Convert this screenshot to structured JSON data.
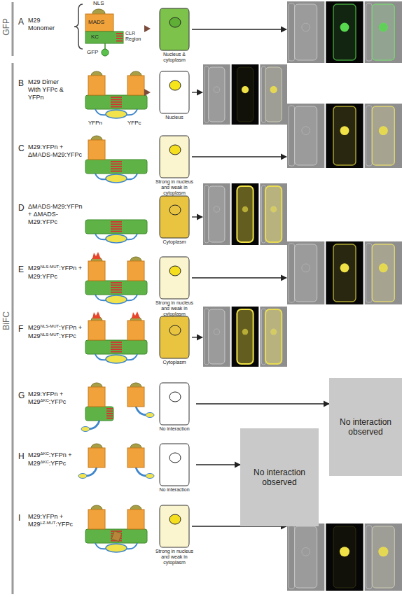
{
  "diagram": {
    "nodes": [
      {
        "text": [
          "Nucleus & cytoplasm"
        ]
      },
      {
        "text": [
          "Nucleus"
        ]
      },
      {
        "text": [
          "Strong in nucleus and weak in cytoplasm"
        ]
      },
      {
        "text": [
          "Cytoplasm"
        ]
      },
      {
        "text": [
          "Strong in nucleus and weak in cytoplasm"
        ]
      },
      {
        "text": [
          "Cytoplasm"
        ]
      },
      {
        "text": [
          "No interaction"
        ]
      },
      {
        "text": [
          "No interaction"
        ]
      },
      {
        "text": [
          "Strong in nucleus and weak in cytoplasm"
        ]
      },
      {
        "text": [
          "No interaction observed"
        ]
      },
      {
        "text": [
          "No interaction observed"
        ]
      }
    ],
    "edges": [
      {
        "from": 6,
        "to": 9,
        "arrow": "to"
      },
      {
        "from": 7,
        "to": 10,
        "arrow": "to"
      }
    ],
    "labels": [
      "GFP",
      "BiFC",
      "A",
      "M29 Monomer",
      "NLS",
      "MADS",
      "KC",
      "CLR Region",
      "GFP",
      "B",
      "M29 Dimer With YFPc & YFPn",
      "YFPn",
      "YFPc",
      "C",
      "M29:YFPn + ΔMADS-M29:YFPc",
      "D",
      "ΔMADS-M29:YFPn + ΔMADS- M29:YFPc",
      "E",
      "M29",
      "NLS-MUT",
      ":YFPn +",
      "M29:YFPc",
      "F",
      "M29",
      "NLS-MUT",
      ":YFPn +",
      "M29",
      "NLS-MUT",
      ":YFPc",
      "G",
      "M29:YFPn +",
      "M29",
      "ΔKC",
      ":YFPc",
      "H",
      "M29",
      "ΔKC",
      ":YFPn +",
      "M29",
      "ΔKC",
      ":YFPc",
      "I",
      "M29:YFPn +",
      "M29",
      "LZ-MUT",
      ":YFPc"
    ]
  }
}
